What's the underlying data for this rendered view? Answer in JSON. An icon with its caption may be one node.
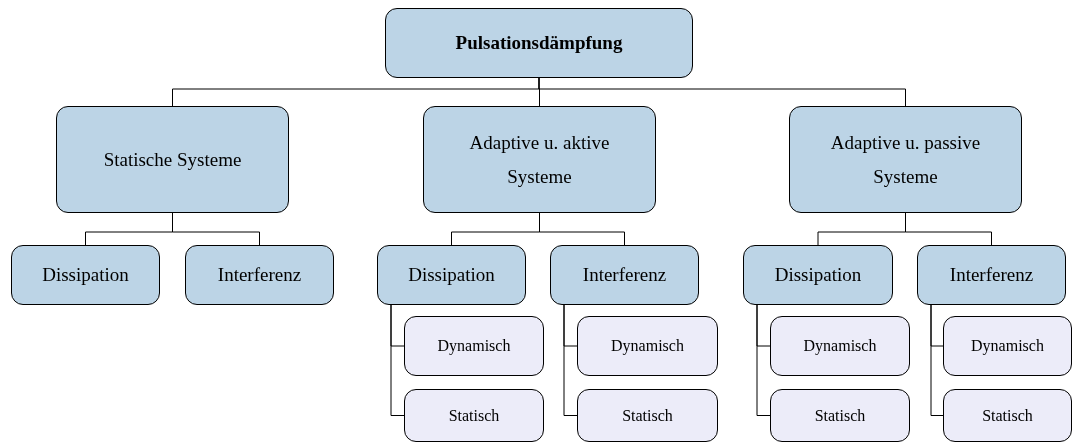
{
  "diagram": {
    "nodes": [
      {
        "text": [
          "Pulsationsdämpfung"
        ]
      },
      {
        "text": [
          "Statische Systeme"
        ]
      },
      {
        "text": [
          "Adaptive u. aktive Systeme"
        ]
      },
      {
        "text": [
          "Adaptive u. passive Systeme"
        ]
      },
      {
        "text": [
          "Dissipation"
        ]
      },
      {
        "text": [
          "Interferenz"
        ]
      },
      {
        "text": [
          "Dissipation"
        ]
      },
      {
        "text": [
          "Interferenz"
        ]
      },
      {
        "text": [
          "Dissipation"
        ]
      },
      {
        "text": [
          "Interferenz"
        ]
      },
      {
        "text": [
          "Dynamisch"
        ]
      },
      {
        "text": [
          "Dynamisch"
        ]
      },
      {
        "text": [
          "Dynamisch"
        ]
      },
      {
        "text": [
          "Dynamisch"
        ]
      },
      {
        "text": [
          "Statisch"
        ]
      },
      {
        "text": [
          "Statisch"
        ]
      },
      {
        "text": [
          "Statisch"
        ]
      },
      {
        "text": [
          "Statisch"
        ]
      }
    ],
    "edges": [
      {
        "from": 0,
        "to": 1,
        "arrow": "none"
      },
      {
        "from": 0,
        "to": 2,
        "arrow": "none"
      },
      {
        "from": 0,
        "to": 3,
        "arrow": "none"
      },
      {
        "from": 1,
        "to": 4,
        "arrow": "none"
      },
      {
        "from": 1,
        "to": 5,
        "arrow": "none"
      },
      {
        "from": 2,
        "to": 6,
        "arrow": "none"
      },
      {
        "from": 2,
        "to": 7,
        "arrow": "none"
      },
      {
        "from": 3,
        "to": 8,
        "arrow": "none"
      },
      {
        "from": 3,
        "to": 9,
        "arrow": "none"
      },
      {
        "from": 6,
        "to": 10,
        "arrow": "none"
      },
      {
        "from": 6,
        "to": 14,
        "arrow": "none"
      },
      {
        "from": 7,
        "to": 11,
        "arrow": "none"
      },
      {
        "from": 7,
        "to": 15,
        "arrow": "none"
      },
      {
        "from": 8,
        "to": 12,
        "arrow": "none"
      },
      {
        "from": 8,
        "to": 16,
        "arrow": "none"
      },
      {
        "from": 9,
        "to": 13,
        "arrow": "none"
      },
      {
        "from": 9,
        "to": 17,
        "arrow": "none"
      }
    ]
  }
}
